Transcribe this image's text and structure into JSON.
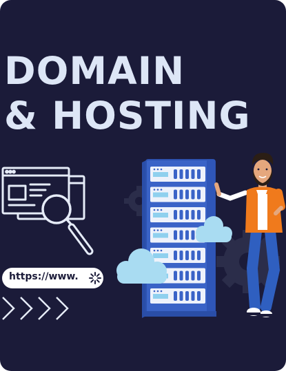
{
  "title": {
    "line1": "DOMAIN",
    "line2": "& HOSTING"
  },
  "url_bar": {
    "text": "https://www.",
    "icon": "loading-spinner-icon"
  },
  "icons": [
    "browser-windows-icon",
    "magnifier-icon",
    "chevrons-icon",
    "server-rack",
    "cloud-icon",
    "gear-icon",
    "person-illustration"
  ],
  "colors": {
    "background": "#1b1b39",
    "title": "#dde6f6",
    "rack_blue": "#3a63c7",
    "rack_panel": "#eef2fb",
    "cloud": "#a9dcf2",
    "shirt": "#f07a1c",
    "jeans": "#2f5fc0"
  }
}
